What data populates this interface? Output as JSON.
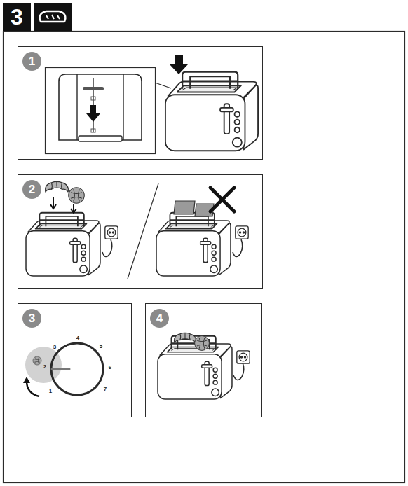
{
  "diagram": {
    "nodes": [
      {
        "text": [
          "3"
        ]
      },
      {
        "text": [
          "1"
        ]
      },
      {
        "text": [
          "2"
        ]
      },
      {
        "text": [
          "3"
        ]
      },
      {
        "text": [
          "4"
        ]
      }
    ],
    "labels": [
      "1",
      "2",
      "3",
      "4",
      "5",
      "6",
      "7"
    ]
  }
}
